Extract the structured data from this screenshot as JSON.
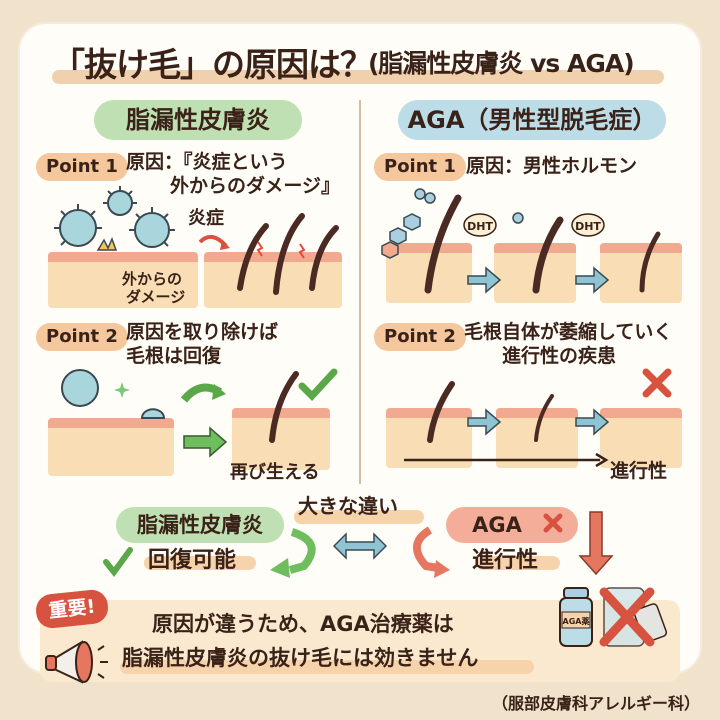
{
  "title": {
    "main": "「抜け毛」の原因は？",
    "sub": "(脂漏性皮膚炎 vs AGA)"
  },
  "left": {
    "header": "脂漏性皮膚炎",
    "point1": {
      "badge": "Point 1",
      "text_line1": "原因：『炎症という",
      "text_line2": "外からのダメージ』",
      "label_inflammation": "炎症",
      "label_damage_line1": "外からの",
      "label_damage_line2": "ダメージ"
    },
    "point2": {
      "badge": "Point 2",
      "text_line1": "原因を取り除けば",
      "text_line2": "毛根は回復",
      "label_regrow": "再び生える"
    }
  },
  "right": {
    "header": "AGA（男性型脱毛症）",
    "point1": {
      "badge": "Point 1",
      "text": "原因：男性ホルモン",
      "dht_label_1": "DHT",
      "dht_label_2": "DHT"
    },
    "point2": {
      "badge": "Point 2",
      "text_line1": "毛根自体が萎縮していく",
      "text_line2": "進行性の疾患",
      "label_progressive": "進行性"
    }
  },
  "comparison": {
    "center_label": "大きな違い",
    "left_pill": "脂漏性皮膚炎",
    "left_result": "回復可能",
    "right_pill": "AGA",
    "right_result": "進行性"
  },
  "important": {
    "tag": "重要!",
    "line1": "原因が違うため、AGA治療薬は",
    "line2": "脂漏性皮膚炎の抜け毛には効きません",
    "bottle_label": "AGA薬"
  },
  "footer": "（服部皮膚科アレルギー科）",
  "colors": {
    "background": "#f1e2cb",
    "card": "#fffdf8",
    "green_pill": "#bfe0b2",
    "blue_pill": "#bcdde8",
    "point_pill": "#f4c79c",
    "red_accent": "#d7533f",
    "green_accent": "#5aa84a",
    "blue_arrow": "#8fc4d4",
    "text": "#3a2218"
  }
}
